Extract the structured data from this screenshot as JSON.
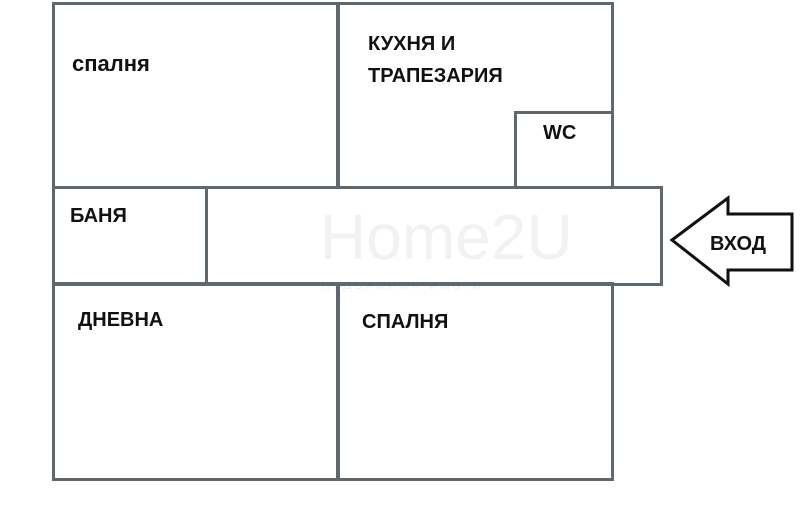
{
  "rooms": {
    "bedroom_top": "спалня",
    "kitchen_line1": "КУХНЯ И",
    "kitchen_line2": "ТРАПЕЗАРИЯ",
    "wc": "WC",
    "bathroom": "БАНЯ",
    "living": "ДНЕВНА",
    "bedroom_bottom": "СПАЛНЯ"
  },
  "entrance": "ВХОД",
  "watermark": {
    "brand": "Home2U",
    "tagline": "недвижими имоти"
  },
  "colors": {
    "wall": "#5f686f"
  }
}
